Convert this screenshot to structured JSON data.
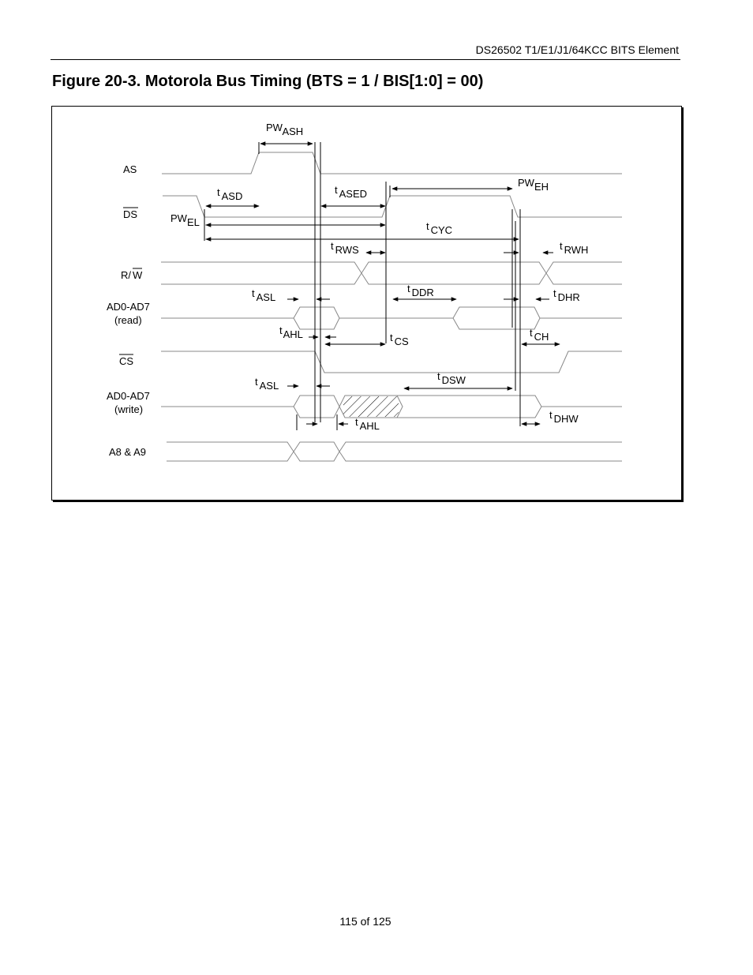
{
  "header": {
    "document_title": "DS26502 T1/E1/J1/64KCC BITS Element"
  },
  "figure": {
    "title": "Figure 20-3. Motorola Bus Timing (BTS = 1 / BIS[1:0] = 00)"
  },
  "signals": {
    "as": "AS",
    "ds": "DS",
    "rw_r": "R/",
    "rw_w": "W",
    "ad_read_1": "AD0-AD7",
    "ad_read_2": "(read)",
    "cs": "CS",
    "ad_write_1": "AD0-AD7",
    "ad_write_2": "(write)",
    "a8a9": "A8 & A9"
  },
  "timing": {
    "pwash": {
      "base": "PW",
      "sub": "ASH"
    },
    "tasd": {
      "base": "t",
      "sub": "ASD"
    },
    "tased": {
      "base": "t",
      "sub": "ASED"
    },
    "pweh": {
      "base": "PW",
      "sub": "EH"
    },
    "pwel": {
      "base": "PW",
      "sub": "EL"
    },
    "tcyc": {
      "base": "t",
      "sub": "CYC"
    },
    "trws": {
      "base": "t",
      "sub": "RWS"
    },
    "trwh": {
      "base": "t",
      "sub": "RWH"
    },
    "tasl_read": {
      "base": "t",
      "sub": "ASL"
    },
    "tddr": {
      "base": "t",
      "sub": "DDR"
    },
    "tdhr": {
      "base": "t",
      "sub": "DHR"
    },
    "tahl_read": {
      "base": "t",
      "sub": "AHL"
    },
    "tcs": {
      "base": "t",
      "sub": "CS"
    },
    "tch": {
      "base": "t",
      "sub": "CH"
    },
    "tasl_write": {
      "base": "t",
      "sub": "ASL"
    },
    "tdsw": {
      "base": "t",
      "sub": "DSW"
    },
    "tdhw": {
      "base": "t",
      "sub": "DHW"
    },
    "tahl_write": {
      "base": "t",
      "sub": "AHL"
    }
  },
  "footer": {
    "page": "115 of 125"
  }
}
